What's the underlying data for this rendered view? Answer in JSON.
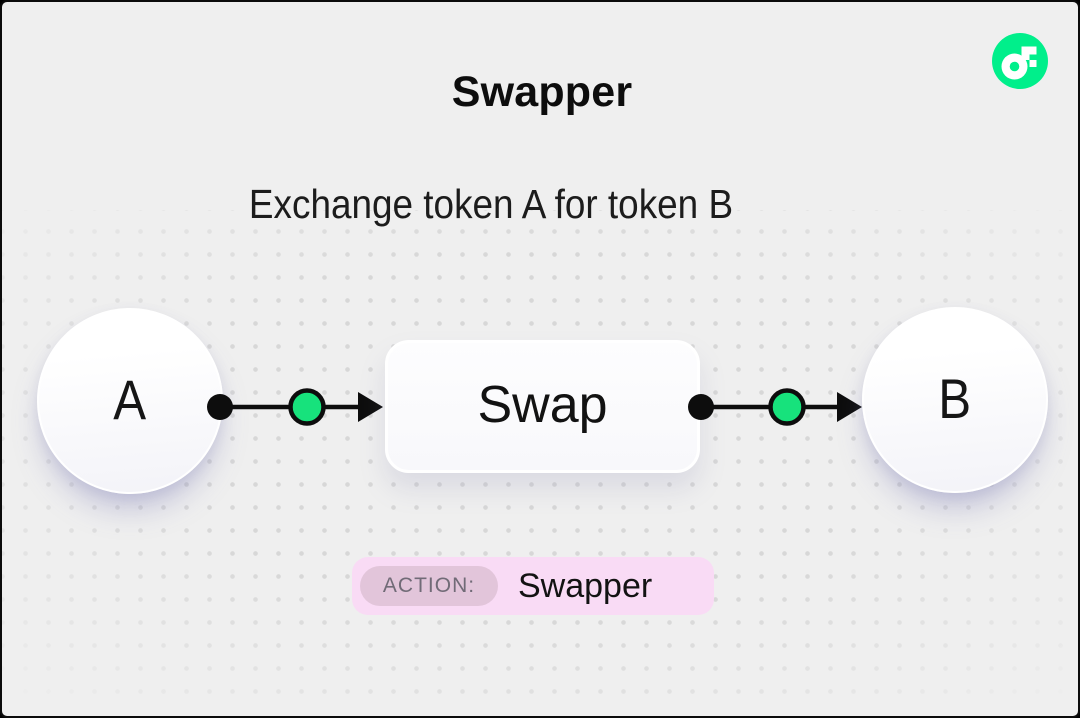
{
  "header": {
    "title": "Swapper",
    "subtitle": "Exchange token A for token B",
    "logo": "flow-logo"
  },
  "diagram": {
    "source_node": {
      "label": "A"
    },
    "process_node": {
      "label": "Swap"
    },
    "target_node": {
      "label": "B"
    },
    "connectors": [
      {
        "name": "a-to-swap",
        "parts": [
          "source-dot",
          "token-dot",
          "arrowhead"
        ]
      },
      {
        "name": "swap-to-b",
        "parts": [
          "source-dot",
          "token-dot",
          "arrowhead"
        ]
      }
    ]
  },
  "action_badge": {
    "label": "ACTION:",
    "value": "Swapper"
  },
  "colors": {
    "background": "#efefef",
    "dot_grid": "#d7d7d7",
    "flow_green": "#00ef8b",
    "connector_green": "#17e27c",
    "connector_black": "#0d0d0d",
    "badge_pink": "#f9dbf5",
    "badge_chip_pink": "#e2c5da",
    "text_black": "#111111"
  }
}
